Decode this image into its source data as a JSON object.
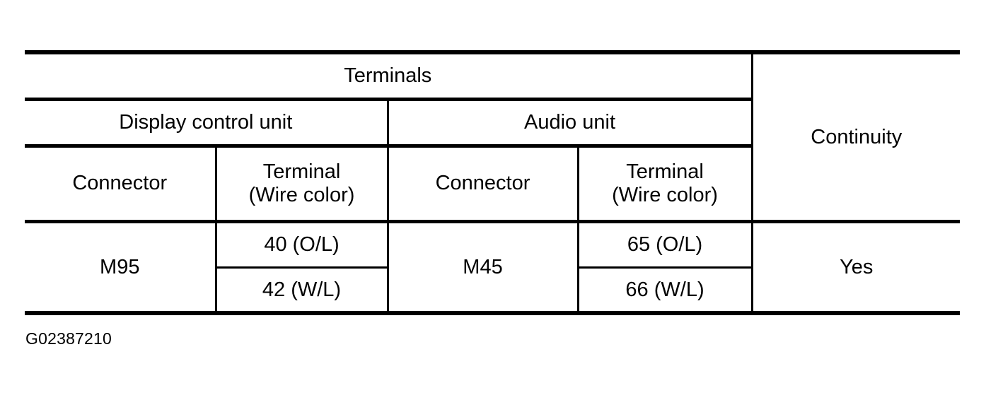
{
  "table": {
    "group_header": "Terminals",
    "continuity_header": "Continuity",
    "units": [
      {
        "name": "Display control unit"
      },
      {
        "name": "Audio unit"
      }
    ],
    "sub_headers": {
      "connector": "Connector",
      "terminal_line1": "Terminal",
      "terminal_line2": "(Wire color)"
    },
    "rows": [
      {
        "display_connector": "M95",
        "audio_connector": "M45",
        "continuity": "Yes",
        "pairs": [
          {
            "display_terminal": "40 (O/L)",
            "audio_terminal": "65 (O/L)"
          },
          {
            "display_terminal": "42 (W/L)",
            "audio_terminal": "66 (W/L)"
          }
        ]
      }
    ]
  },
  "caption": "G02387210",
  "colors": {
    "ink": "#000000",
    "paper": "#ffffff"
  }
}
